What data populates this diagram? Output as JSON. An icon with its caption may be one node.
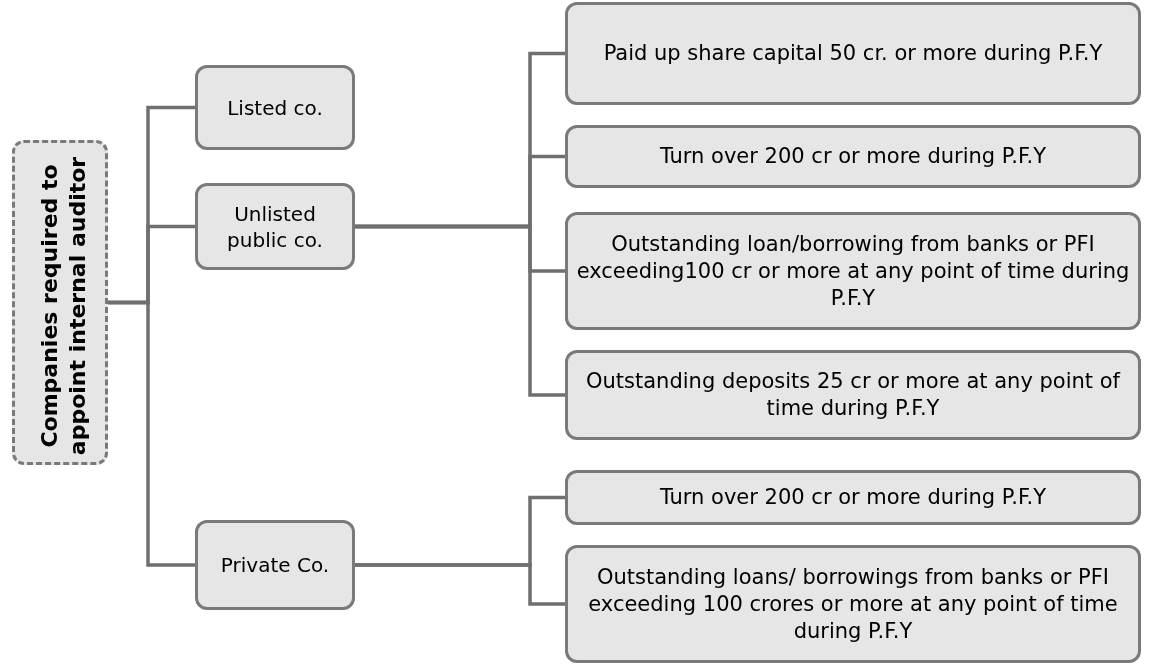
{
  "diagram": {
    "nodes": [
      {
        "text": [
          "Companies required to appoint internal auditor"
        ]
      },
      {
        "text": [
          "Listed co."
        ]
      },
      {
        "text": [
          "Unlisted public co."
        ]
      },
      {
        "text": [
          "Private Co."
        ]
      },
      {
        "text": [
          "Paid up share capital 50 cr. or more during P.F.Y"
        ]
      },
      {
        "text": [
          "Turn over 200 cr or more during P.F.Y"
        ]
      },
      {
        "text": [
          "Outstanding loan/borrowing from banks or PFI exceeding100 cr or more at any point of time during P.F.Y"
        ]
      },
      {
        "text": [
          "Outstanding deposits 25 cr or more at any point of time during P.F.Y"
        ]
      },
      {
        "text": [
          "Turn over 200 cr or more during P.F.Y"
        ]
      },
      {
        "text": [
          "Outstanding loans/ borrowings from banks or PFI exceeding 100 crores or more at any point of time during P.F.Y"
        ]
      }
    ],
    "edges": [
      {
        "from": 0,
        "to": 1,
        "arrow": "none"
      },
      {
        "from": 0,
        "to": 2,
        "arrow": "none"
      },
      {
        "from": 0,
        "to": 3,
        "arrow": "none"
      },
      {
        "from": 2,
        "to": 4,
        "arrow": "none"
      },
      {
        "from": 2,
        "to": 5,
        "arrow": "none"
      },
      {
        "from": 2,
        "to": 6,
        "arrow": "none"
      },
      {
        "from": 2,
        "to": 7,
        "arrow": "none"
      },
      {
        "from": 3,
        "to": 8,
        "arrow": "none"
      },
      {
        "from": 3,
        "to": 9,
        "arrow": "none"
      }
    ]
  }
}
